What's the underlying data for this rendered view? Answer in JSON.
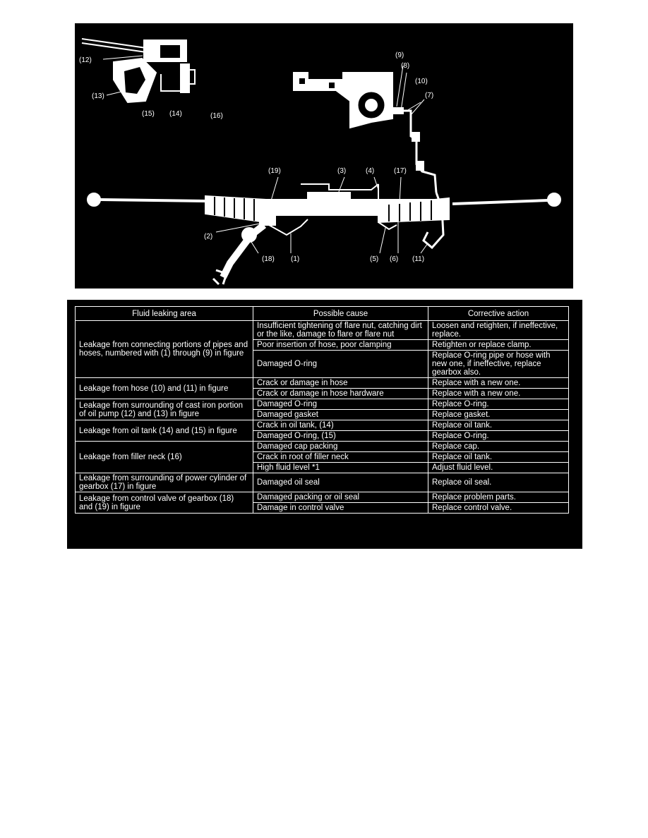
{
  "diagram": {
    "labels": [
      "(12)",
      "(13)",
      "(15)",
      "(14)",
      "(16)",
      "(9)",
      "(8)",
      "(10)",
      "(7)",
      "(19)",
      "(3)",
      "(4)",
      "(17)",
      "(2)",
      "(18)",
      "(1)",
      "(5)",
      "(6)",
      "(11)"
    ]
  },
  "table": {
    "headers": [
      "Fluid leaking area",
      "Possible cause",
      "Corrective action"
    ],
    "rows": [
      {
        "area": "Leakage from connecting portions of pipes and hoses, numbered with (1) through (9) in figure",
        "cause": "Insufficient tightening of flare nut, catching dirt or the like, damage to flare or flare nut",
        "action": "Loosen and retighten, if ineffective, replace."
      },
      {
        "cause": "Poor insertion of hose, poor clamping",
        "action": "Retighten or replace clamp."
      },
      {
        "cause": "Damaged O-ring",
        "action": "Replace O-ring pipe or hose with new one, if ineffective, replace gearbox also."
      },
      {
        "area": "Leakage from hose (10) and (11) in figure",
        "cause": "Crack or damage in hose",
        "action": "Replace with a new one."
      },
      {
        "cause": "Crack or damage in hose hardware",
        "action": "Replace with a new one."
      },
      {
        "area": "Leakage from surrounding of cast iron portion of oil pump (12) and (13) in figure",
        "cause": "Damaged O-ring",
        "action": "Replace O-ring."
      },
      {
        "cause": "Damaged gasket",
        "action": "Replace gasket."
      },
      {
        "area": "Leakage from oil tank (14) and (15) in figure",
        "cause": "Crack in oil tank, (14)",
        "action": "Replace oil tank."
      },
      {
        "cause": "Damaged O-ring, (15)",
        "action": "Replace O-ring."
      },
      {
        "area": "Leakage from filler neck (16)",
        "cause": "Damaged cap packing",
        "action": "Replace cap."
      },
      {
        "cause": "Crack in root of filler neck",
        "action": "Replace oil tank."
      },
      {
        "cause": "High fluid level *1",
        "action": "Adjust fluid level."
      },
      {
        "area": "Leakage from surrounding of power cylinder of gearbox (17) in figure",
        "cause": "Damaged oil seal",
        "action": "Replace oil seal."
      },
      {
        "area": "Leakage from control valve of gearbox (18) and (19) in figure",
        "cause": "Damaged packing or oil seal",
        "action": "Replace problem parts."
      },
      {
        "cause": "Damage in control valve",
        "action": "Replace control valve."
      }
    ]
  }
}
